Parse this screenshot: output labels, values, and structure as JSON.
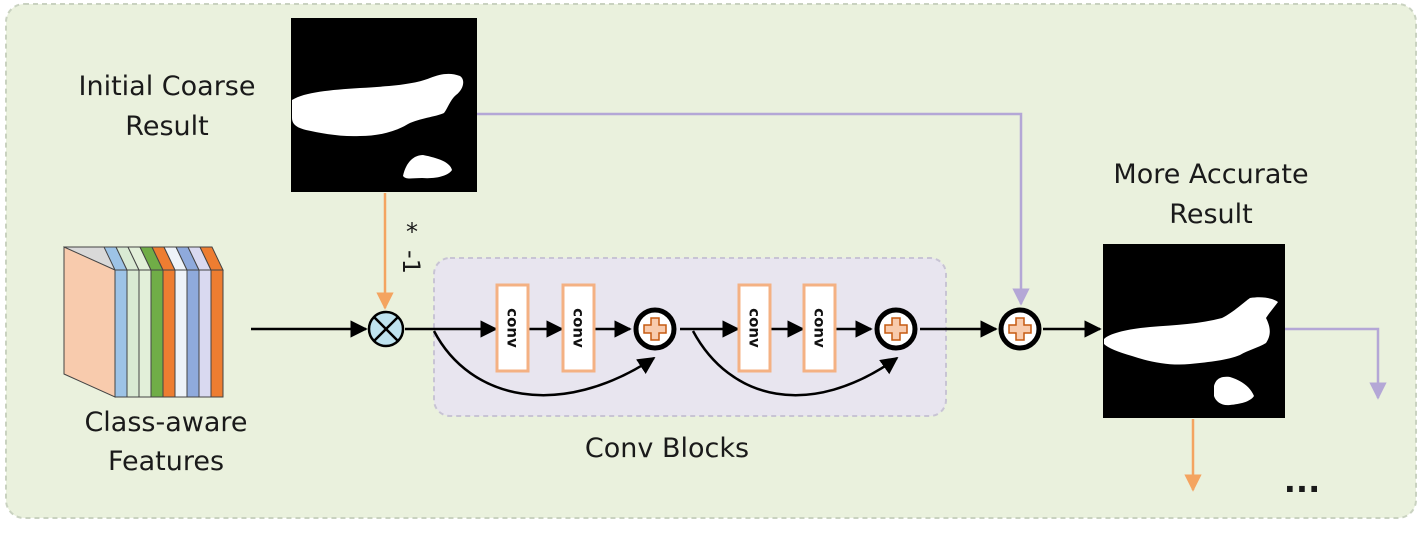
{
  "labels": {
    "initial_line1": "Initial Coarse",
    "initial_line2": "Result",
    "accurate_line1": "More Accurate",
    "accurate_line2": "Result",
    "features_line1": "Class-aware",
    "features_line2": "Features",
    "conv_blocks": "Conv Blocks",
    "multiplier_star": "*",
    "multiplier_value": "-1",
    "ellipsis": "..."
  },
  "conv_units": [
    {
      "label": "conv"
    },
    {
      "label": "conv"
    },
    {
      "label": "conv"
    },
    {
      "label": "conv"
    }
  ],
  "colors": {
    "panel_bg": "#eaf1dd",
    "panel_border": "#c9d2c0",
    "conv_group_bg": "#e8e5ef",
    "conv_border": "#f4b183",
    "orange_arrow": "#f4a460",
    "lavender_arrow": "#b4a7d6",
    "multiply_fill": "#bfe3ef",
    "add_fill": "#f8cbad",
    "feature_slices": [
      "#f8cbad",
      "#9dc3e6",
      "#d9ead3",
      "#e2efd9",
      "#70ad47",
      "#ed7d31",
      "#eef3f8",
      "#8faadc",
      "#d9d9f0",
      "#ed7d31"
    ]
  }
}
